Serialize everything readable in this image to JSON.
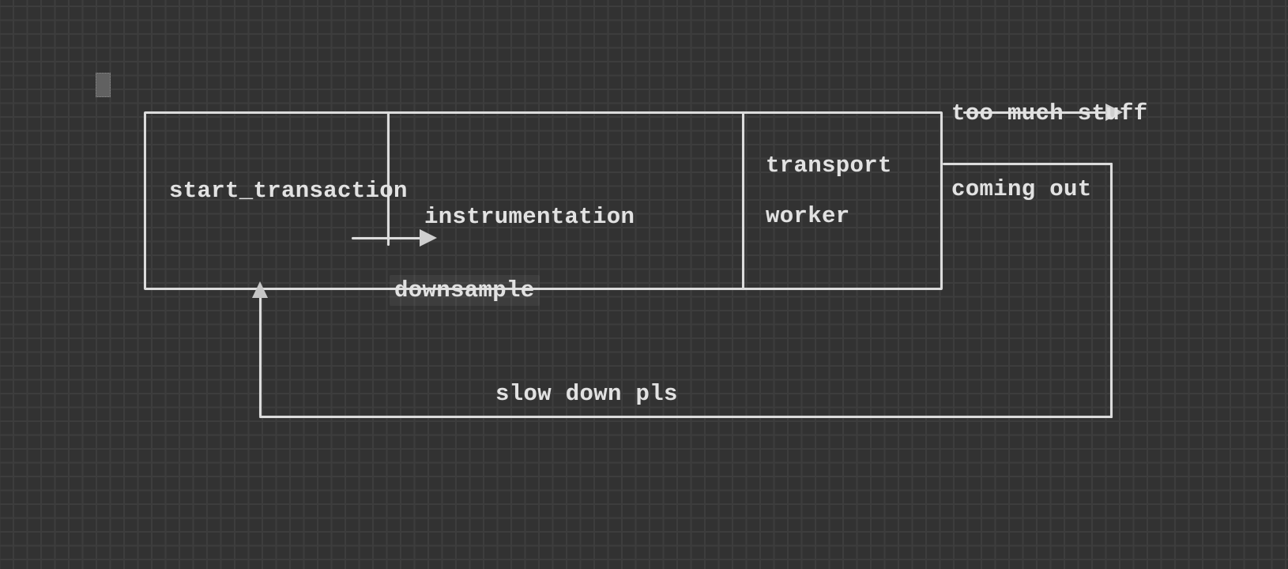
{
  "canvas": {
    "background_color": "#323232",
    "grid_color": "#3d3d3d",
    "stroke_color": "#dcdcdc",
    "text_color": "#e2e2e2"
  },
  "diagram": {
    "stages": {
      "start_transaction": "start_transaction",
      "instrumentation": "instrumentation",
      "transport": "transport",
      "worker": "worker"
    },
    "downsample_label": "downsample",
    "output_note": {
      "line1": "too much stuff",
      "line2": "coming out"
    },
    "feedback_label": "slow down pls"
  }
}
